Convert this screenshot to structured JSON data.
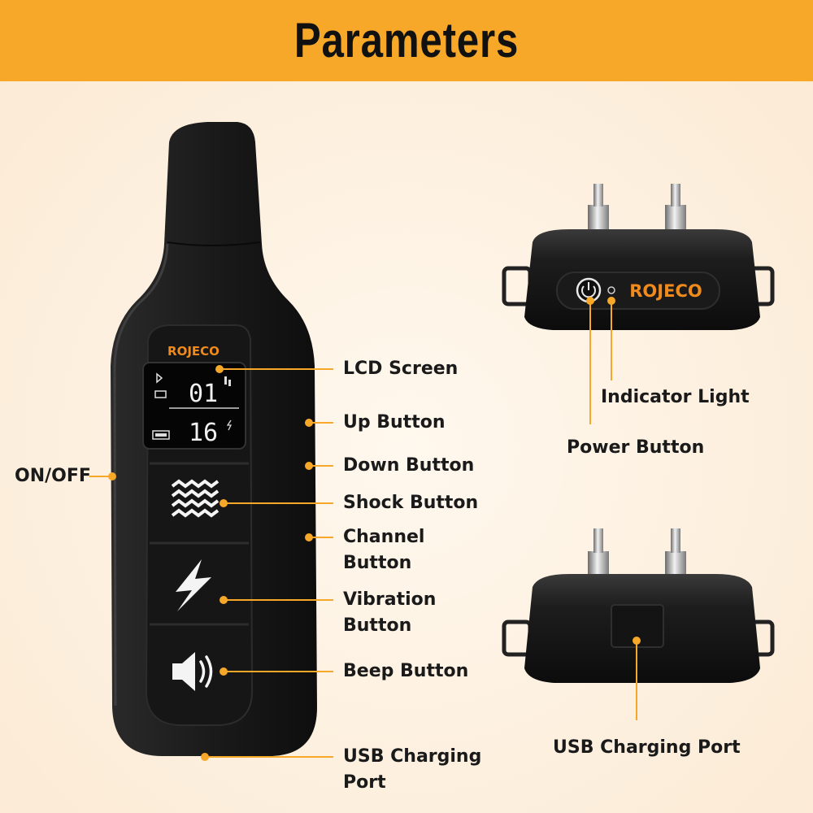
{
  "title": "Parameters",
  "brand": "ROJECO",
  "lcd": {
    "channel_value": "01",
    "level_value": "16"
  },
  "labels": {
    "on_off": "ON/OFF",
    "lcd_screen": "LCD Screen",
    "up_button": "Up Button",
    "down_button": "Down Button",
    "shock_button": "Shock Button",
    "channel_button_line1": "Channel",
    "channel_button_line2": "Button",
    "vibration_button_line1": "Vibration",
    "vibration_button_line2": "Button",
    "beep_button": "Beep Button",
    "usb_charging_port_line1": "USB Charging",
    "usb_charging_port_line2": "Port",
    "indicator_light": "Indicator Light",
    "power_button": "Power Button",
    "collar_usb_charging_port": "USB Charging Port"
  },
  "colors": {
    "accent": "#f7a828",
    "brand_orange": "#f08a1c",
    "device": "#1c1c1c",
    "text": "#1a1a1a"
  }
}
